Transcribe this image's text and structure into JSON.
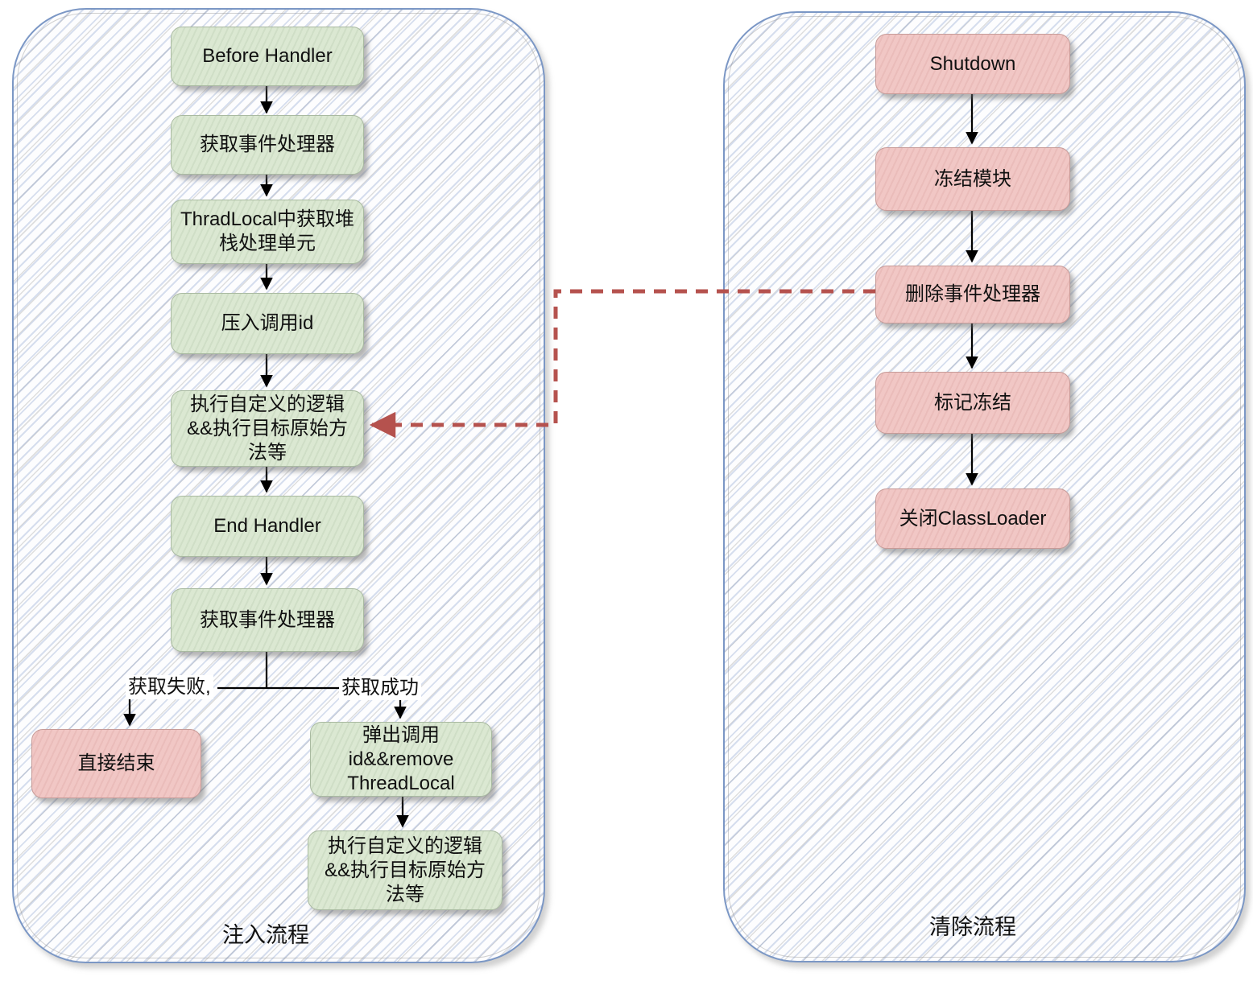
{
  "diagram": {
    "injection_flow": {
      "title": "注入流程",
      "nodes": {
        "before_handler": "Before Handler",
        "get_event_handler": "获取事件处理器",
        "threadlocal_get_stack_unit": "ThradLocal中获取堆\n栈处理单元",
        "push_call_id": "压入调用id",
        "exec_custom_logic": "执行自定义的逻辑\n&&执行目标原始方\n法等",
        "end_handler": "End Handler",
        "get_event_handler_2": "获取事件处理器",
        "direct_end": "直接结束",
        "pop_call_id_remove_threadlocal": "弹出调用\nid&&remove\nThreadLocal",
        "exec_custom_logic_2": "执行自定义的逻辑\n&&执行目标原始方\n法等"
      },
      "edge_labels": {
        "fail": "获取失败,",
        "success": "获取成功"
      }
    },
    "cleanup_flow": {
      "title": "清除流程",
      "nodes": {
        "shutdown": "Shutdown",
        "freeze_module": "冻结模块",
        "delete_event_handler": "删除事件处理器",
        "mark_freeze": "标记冻结",
        "close_classloader": "关闭ClassLoader"
      }
    },
    "colors": {
      "green_node_fill": "#dbe8d2",
      "pink_node_fill": "#f1c7c5",
      "container_border": "#7b97c5",
      "dashed_connector": "#b5524e",
      "solid_connector": "#000000"
    }
  }
}
